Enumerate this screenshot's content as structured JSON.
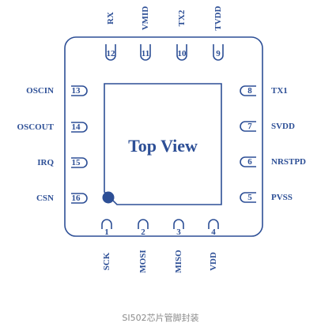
{
  "title": "Top View",
  "caption": "SI502芯片管脚封装",
  "colors": {
    "ink": "#2d4f96",
    "dot": "#2d4f96",
    "caption": "#8a8a8a"
  },
  "pins": {
    "top": [
      {
        "num": "12",
        "label": "RX"
      },
      {
        "num": "11",
        "label": "VMID"
      },
      {
        "num": "10",
        "label": "TX2"
      },
      {
        "num": "9",
        "label": "TVDD"
      }
    ],
    "left": [
      {
        "num": "13",
        "label": "OSCIN"
      },
      {
        "num": "14",
        "label": "OSCOUT"
      },
      {
        "num": "15",
        "label": "IRQ"
      },
      {
        "num": "16",
        "label": "CSN"
      }
    ],
    "right": [
      {
        "num": "8",
        "label": "TX1"
      },
      {
        "num": "7",
        "label": "SVDD"
      },
      {
        "num": "6",
        "label": "NRSTPD"
      },
      {
        "num": "5",
        "label": "PVSS"
      }
    ],
    "bottom": [
      {
        "num": "1",
        "label": "SCK"
      },
      {
        "num": "2",
        "label": "MOSI"
      },
      {
        "num": "3",
        "label": "MISO"
      },
      {
        "num": "4",
        "label": "VDD"
      }
    ]
  }
}
